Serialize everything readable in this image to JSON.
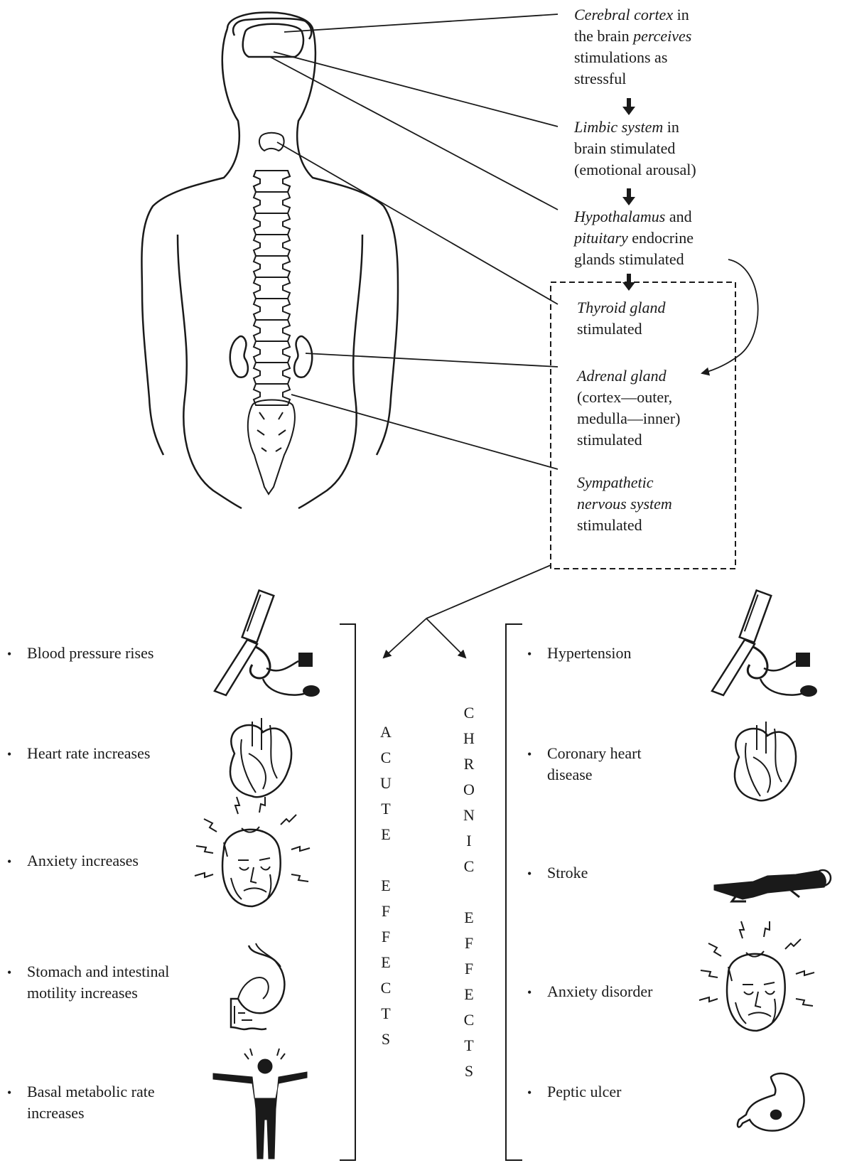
{
  "flow": {
    "cortex": {
      "name": "Cerebral cortex",
      "l1": " in",
      "l2a": "the brain ",
      "l2b": "perceives",
      "l3": "stimulations as",
      "l4": "stressful"
    },
    "limbic": {
      "name": "Limbic system",
      "l1": " in",
      "l2": "brain stimulated",
      "l3": "(emotional arousal)"
    },
    "hypo": {
      "name": "Hypothalamus",
      "l1": " and",
      "l2a": "pituitary",
      "l2b": " endocrine",
      "l3": "glands stimulated"
    },
    "thyroid": {
      "name": "Thyroid gland",
      "l2": "stimulated"
    },
    "adrenal": {
      "name": "Adrenal gland",
      "l2": "(cortex—outer,",
      "l3": "medulla—inner)",
      "l4": "stimulated"
    },
    "sympathetic": {
      "name": "Sympathetic",
      "l2": "nervous system",
      "l3": "stimulated"
    }
  },
  "acute": {
    "heading": [
      "A",
      "C",
      "U",
      "T",
      "E",
      "",
      "E",
      "F",
      "F",
      "E",
      "C",
      "T",
      "S"
    ],
    "items": [
      {
        "l1": "Blood pressure rises"
      },
      {
        "l1": "Heart rate increases"
      },
      {
        "l1": "Anxiety increases"
      },
      {
        "l1": "Stomach and intestinal",
        "l2": "motility increases"
      },
      {
        "l1": "Basal metabolic rate",
        "l2": "increases"
      }
    ]
  },
  "chronic": {
    "heading": [
      "C",
      "H",
      "R",
      "O",
      "N",
      "I",
      "C",
      "",
      "E",
      "F",
      "F",
      "E",
      "C",
      "T",
      "S"
    ],
    "items": [
      {
        "l1": "Hypertension"
      },
      {
        "l1": "Coronary heart",
        "l2": "disease"
      },
      {
        "l1": "Stroke"
      },
      {
        "l1": "Anxiety disorder"
      },
      {
        "l1": "Peptic ulcer"
      }
    ]
  },
  "icons": [
    "body-back-icon",
    "spine-icon",
    "kidney-icon",
    "blood-pressure-cuff-icon",
    "heart-icon",
    "anxious-head-icon",
    "stomach-icon",
    "person-arms-spread-icon",
    "lying-person-icon",
    "ulcer-stomach-icon"
  ]
}
